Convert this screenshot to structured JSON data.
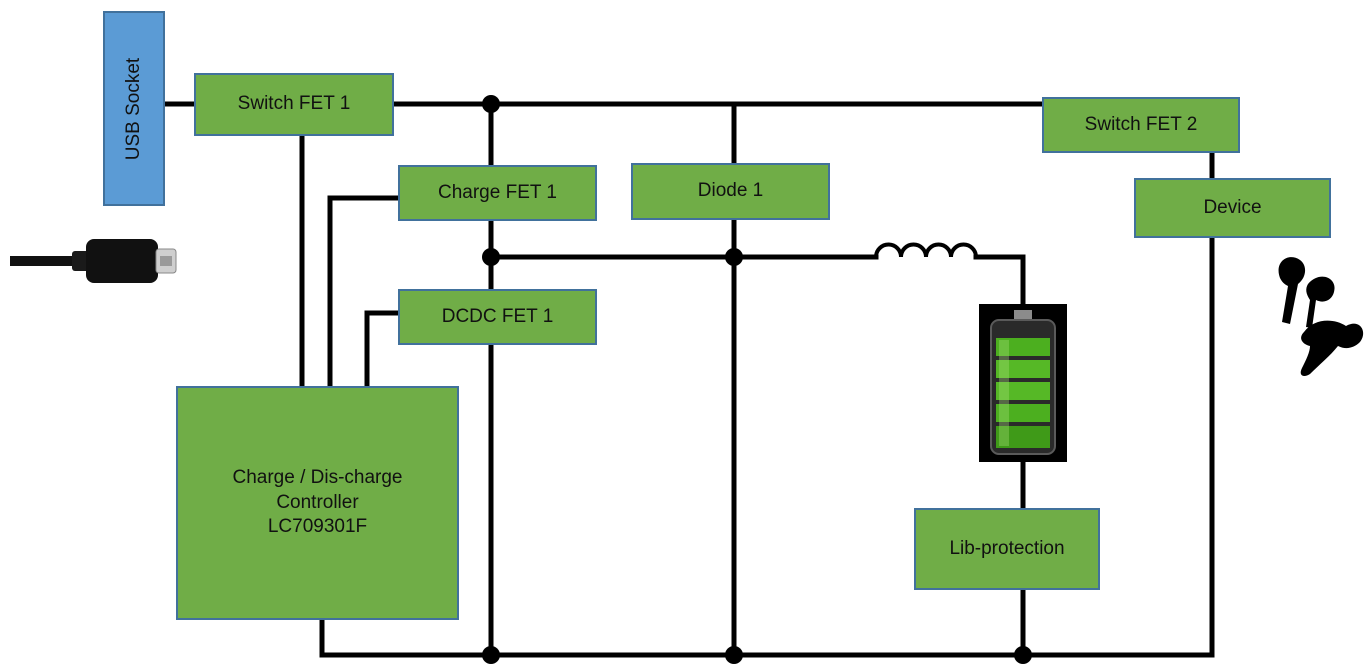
{
  "diagram": {
    "usb_socket": "USB Socket",
    "blocks": {
      "switch_fet_1": "Switch FET 1",
      "switch_fet_2": "Switch FET 2",
      "charge_fet_1": "Charge FET 1",
      "diode_1": "Diode 1",
      "device": "Device",
      "dcdc_fet_1": "DCDC FET 1",
      "lib_protection": "Lib-protection",
      "controller": [
        "Charge / Dis-charge",
        "Controller",
        "LC709301F"
      ]
    },
    "icons": [
      "usb-cable-icon",
      "battery-icon",
      "inductor-icon",
      "earbuds-icon"
    ],
    "colors": {
      "block_fill": "#70ad47",
      "usb_fill": "#5b9bd5",
      "border": "#41719c",
      "wire": "#000000"
    }
  }
}
